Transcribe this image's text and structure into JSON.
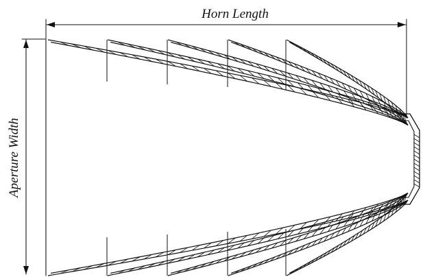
{
  "dimensions": {
    "horn_length_label": "Horn Length",
    "aperture_width_label": "Aperture Width"
  },
  "colors": {
    "ink": "#111111",
    "background": "#ffffff"
  },
  "diagram": {
    "profile_count": 5,
    "wall_hatching": true,
    "throat_cap": true
  }
}
